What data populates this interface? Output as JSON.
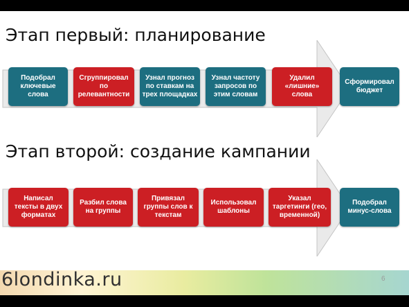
{
  "stage1": {
    "title": "Этап первый: планирование",
    "steps": [
      {
        "lines": [
          "Подобрал",
          "ключевые",
          "слова"
        ],
        "color": "teal"
      },
      {
        "lines": [
          "Сгруппировал",
          "по",
          "релевантности"
        ],
        "color": "red"
      },
      {
        "lines": [
          "Узнал прогноз",
          "по ставкам на",
          "трех площадках"
        ],
        "color": "teal"
      },
      {
        "lines": [
          "Узнал частоту",
          "запросов по",
          "этим словам"
        ],
        "color": "teal"
      },
      {
        "lines": [
          "Удалил",
          "«лишние»",
          "слова"
        ],
        "color": "red"
      },
      {
        "lines": [
          "Сформировал",
          "бюджет"
        ],
        "color": "teal"
      }
    ]
  },
  "stage2": {
    "title": "Этап второй: создание кампании",
    "steps": [
      {
        "lines": [
          "Написал",
          "тексты в двух",
          "форматах"
        ],
        "color": "red"
      },
      {
        "lines": [
          "Разбил слова",
          "на группы"
        ],
        "color": "red"
      },
      {
        "lines": [
          "Привязал",
          "группы слов к",
          "текстам"
        ],
        "color": "red"
      },
      {
        "lines": [
          "Использовал",
          "шаблоны"
        ],
        "color": "red"
      },
      {
        "lines": [
          "Указал",
          "таргетинги (гео,",
          "временной)"
        ],
        "color": "red"
      },
      {
        "lines": [
          "Подобрал",
          "минус-слова"
        ],
        "color": "teal"
      }
    ]
  },
  "footer": {
    "logo": "6londinka.ru",
    "page_number": "6"
  },
  "colors": {
    "teal": "#1d6e80",
    "red": "#cc1f24",
    "arrow_fill": "#eaeaea",
    "arrow_stroke": "#c4c4c4"
  }
}
